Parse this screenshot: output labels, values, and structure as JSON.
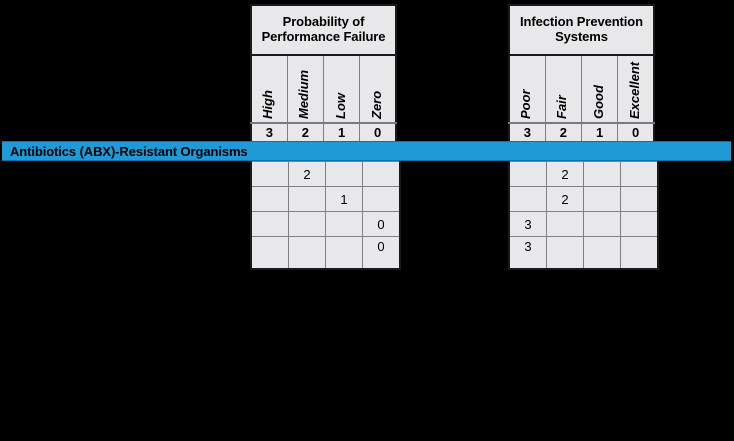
{
  "banner": {
    "label": "Antibiotics (ABX)-Resistant Organisms",
    "color": "#1f9ad6"
  },
  "colors": {
    "cell_fill": "#e8e8ea",
    "grid_line": "#808080",
    "outer_border": "#1a1a1a",
    "background": "#000000",
    "banner_blue": "#1f9ad6"
  },
  "blocks": [
    {
      "id": "probability-of-performance-failure",
      "title": "Probability of\nPerformance Failure",
      "title_line1": "Probability of",
      "title_line2": "Performance Failure",
      "columns": [
        {
          "label": "High",
          "score": "3"
        },
        {
          "label": "Medium",
          "score": "2"
        },
        {
          "label": "Low",
          "score": "1"
        },
        {
          "label": "Zero",
          "score": "0"
        }
      ],
      "rows": [
        {
          "cells": [
            "",
            "2",
            "",
            ""
          ]
        },
        {
          "cells": [
            "",
            "",
            "1",
            ""
          ]
        },
        {
          "cells": [
            "",
            "",
            "",
            "0"
          ]
        },
        {
          "cells": [
            "",
            "",
            "",
            "0"
          ]
        }
      ]
    },
    {
      "id": "infection-prevention-systems",
      "title": "Infection Prevention\nSystems",
      "title_line1": "Infection Prevention",
      "title_line2": "Systems",
      "columns": [
        {
          "label": "Poor",
          "score": "3"
        },
        {
          "label": "Fair",
          "score": "2"
        },
        {
          "label": "Good",
          "score": "1"
        },
        {
          "label": "Excellent",
          "score": "0"
        }
      ],
      "rows": [
        {
          "cells": [
            "",
            "2",
            "",
            ""
          ]
        },
        {
          "cells": [
            "",
            "2",
            "",
            ""
          ]
        },
        {
          "cells": [
            "3",
            "",
            "",
            ""
          ]
        },
        {
          "cells": [
            "3",
            "",
            "",
            ""
          ]
        }
      ]
    }
  ]
}
